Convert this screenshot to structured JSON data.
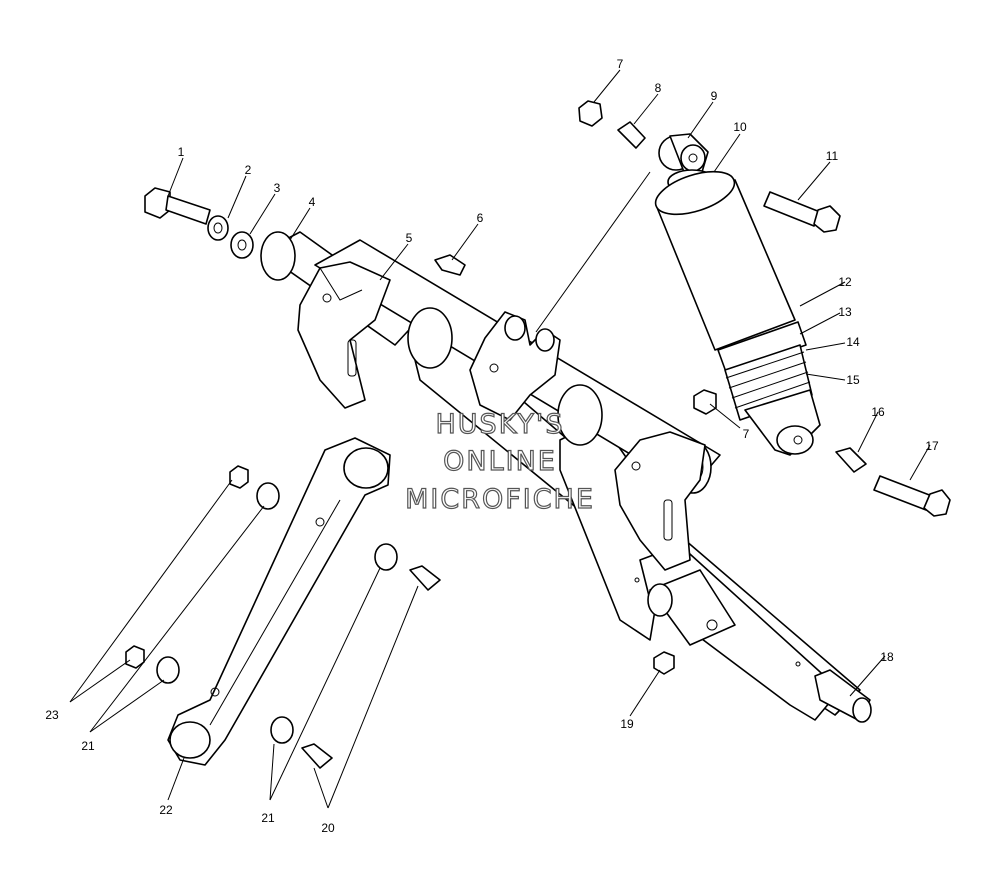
{
  "watermark": {
    "line1": "HUSKY'S",
    "line2": "ONLINE",
    "line3": "MICROFICHE"
  },
  "callouts": {
    "c1": "1",
    "c2": "2",
    "c3": "3",
    "c4": "4",
    "c5": "5",
    "c6": "6",
    "c7a": "7",
    "c7b": "7",
    "c8": "8",
    "c9": "9",
    "c10": "10",
    "c11": "11",
    "c12": "12",
    "c13": "13",
    "c14": "14",
    "c15": "15",
    "c16": "16",
    "c17": "17",
    "c18": "18",
    "c19": "19",
    "c20": "20",
    "c21a": "21",
    "c21b": "21",
    "c22": "22",
    "c23": "23"
  },
  "colors": {
    "line": "#000000",
    "fill": "#ffffff",
    "watermark_outline": "#555555"
  }
}
